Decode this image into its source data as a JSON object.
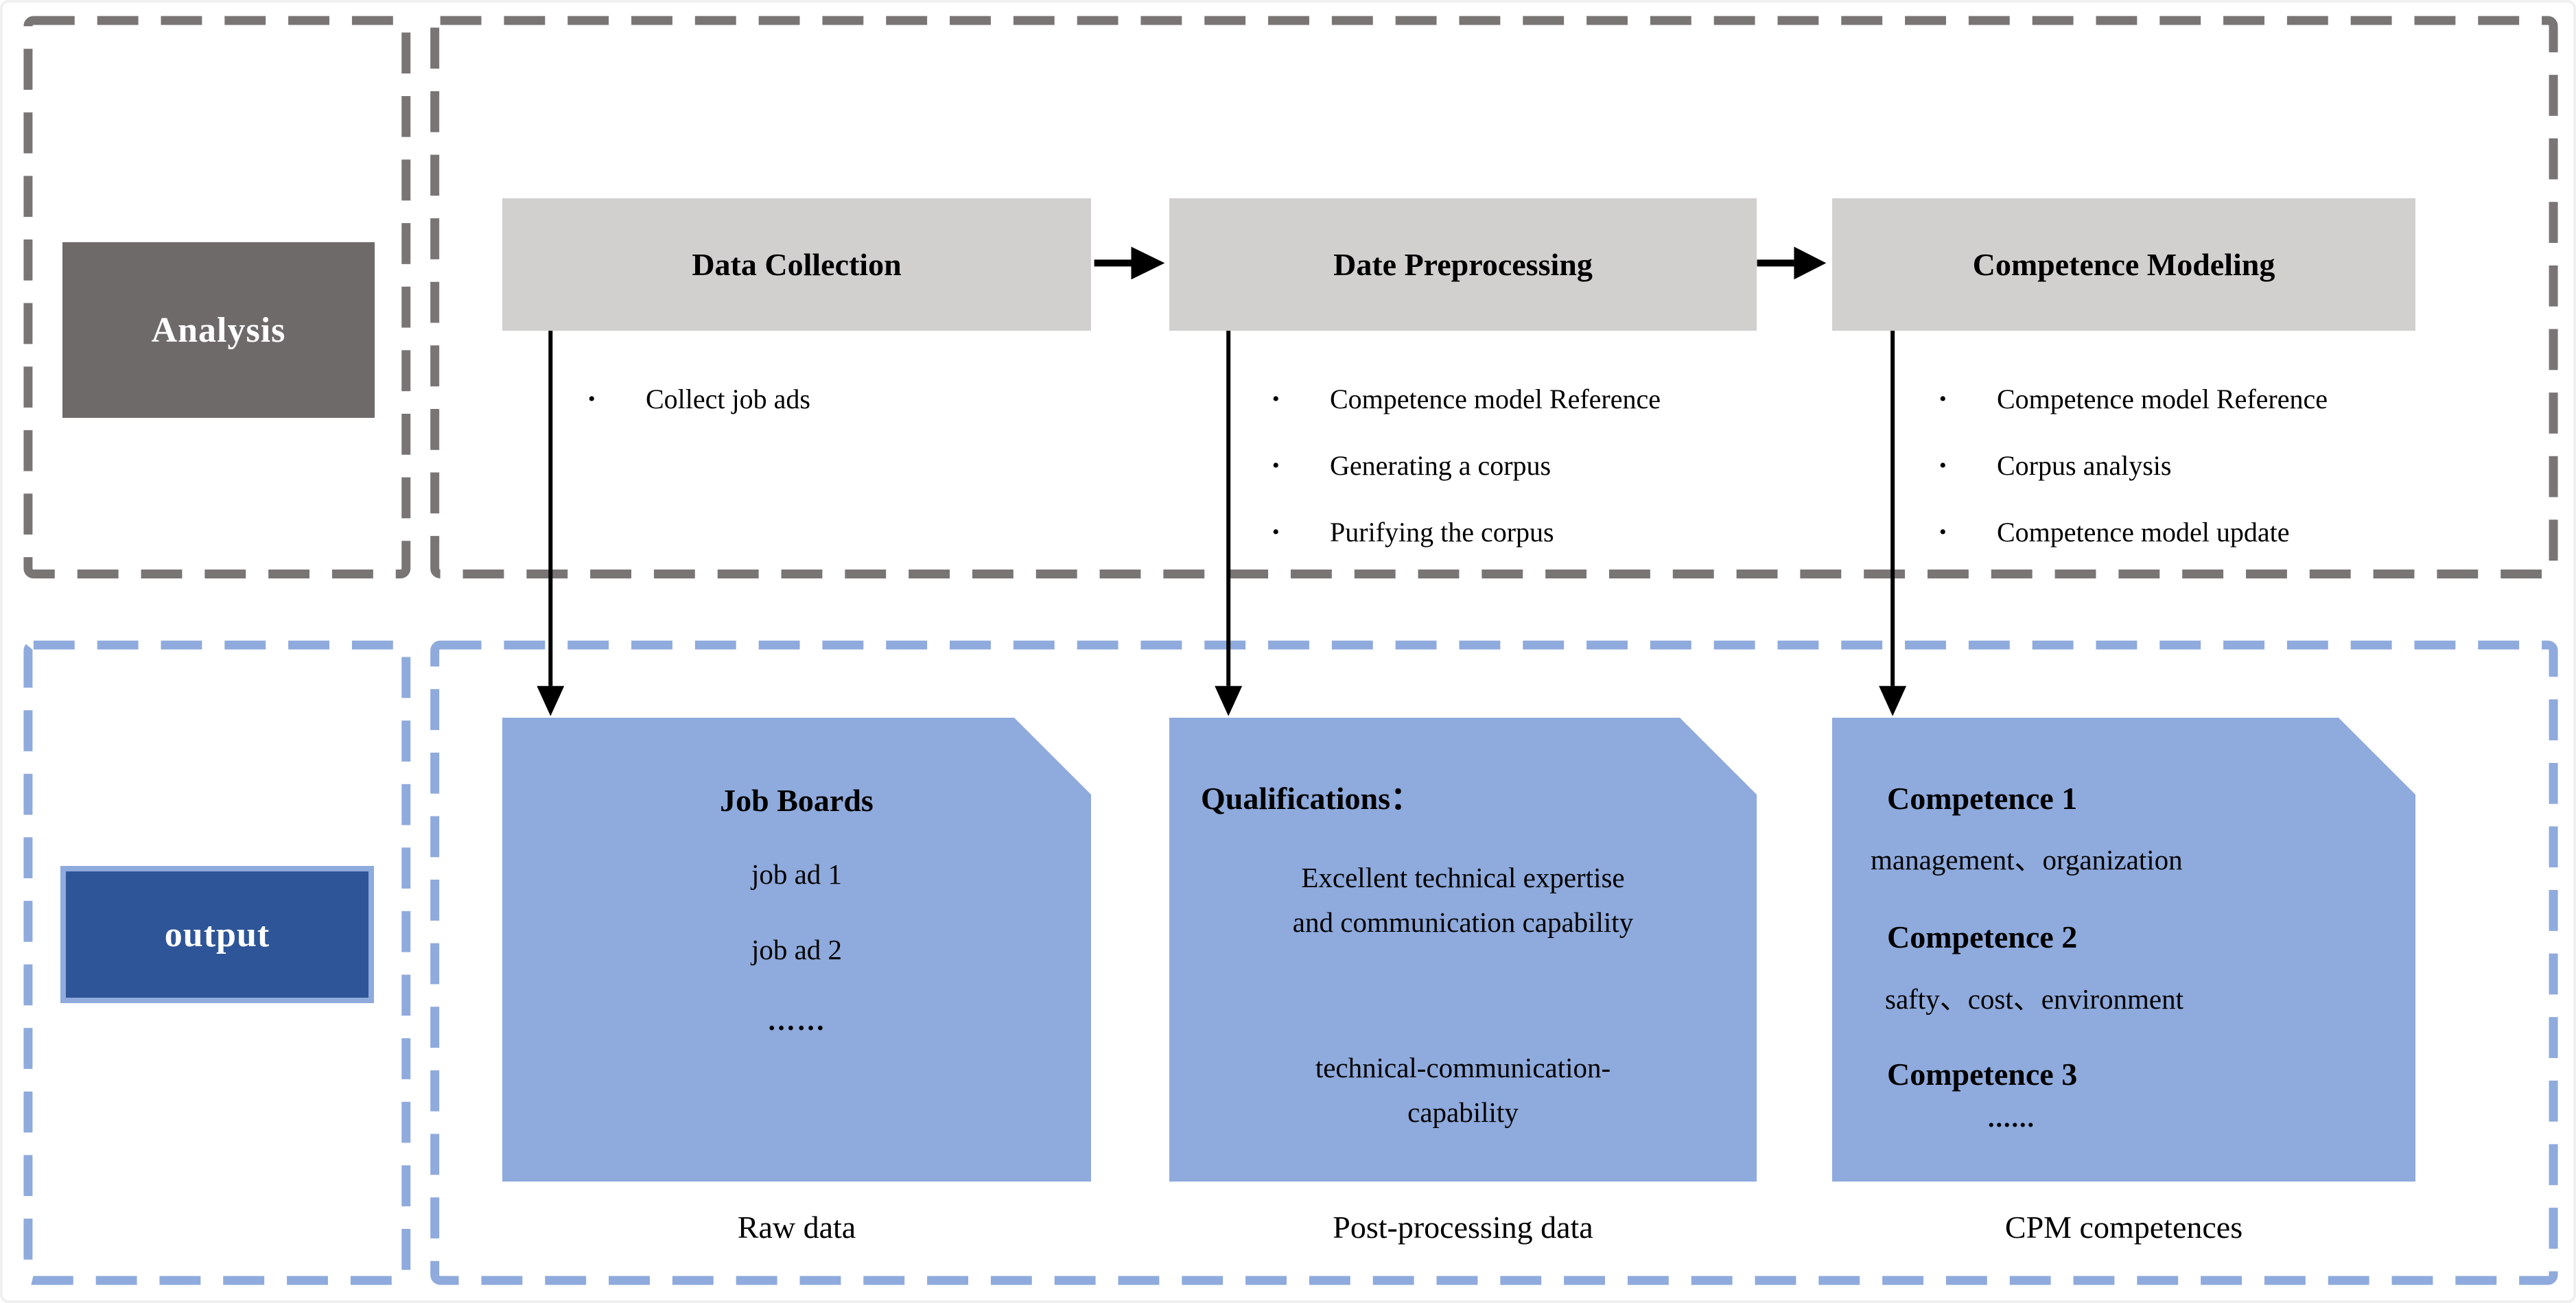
{
  "ui": {
    "bullet_char": "•"
  },
  "colors": {
    "analysis_label_bg": "#6f6a6a",
    "analysis_dash": "#7a7575",
    "step_box_bg": "#d2cfcf",
    "output_label_bg": "#2e5597",
    "output_label_border": "#8faadc",
    "output_dash": "#8faadc",
    "card_bg": "#8faadc",
    "flow_arrow": "#000000",
    "derive_arrow_stroke": "#4a7bc8"
  },
  "analysis": {
    "label": "Analysis",
    "steps": [
      {
        "title": "Data Collection",
        "bullets": [
          "Collect job ads"
        ]
      },
      {
        "title": "Date Preprocessing",
        "bullets": [
          "Competence model Reference",
          "Generating a corpus",
          "Purifying the corpus"
        ]
      },
      {
        "title": "Competence Modeling",
        "bullets": [
          "Competence model Reference",
          "Corpus analysis",
          "Competence model update"
        ]
      }
    ]
  },
  "output": {
    "label": "output",
    "cards": [
      {
        "title": "Job Boards",
        "lines": [
          "job ad 1",
          "job ad 2",
          "……"
        ],
        "caption": "Raw data"
      },
      {
        "title": "Qualifications：",
        "before_arrow": [
          "Excellent technical expertise",
          "and communication capability"
        ],
        "after_arrow": [
          "technical-communication-",
          "capability"
        ],
        "caption": "Post-processing data"
      },
      {
        "items": [
          {
            "title": "Competence 1",
            "desc": "management、organization"
          },
          {
            "title": "Competence 2",
            "desc": "safty、cost、environment"
          },
          {
            "title": "Competence 3",
            "desc": "......"
          }
        ],
        "caption": "CPM competences"
      }
    ]
  }
}
